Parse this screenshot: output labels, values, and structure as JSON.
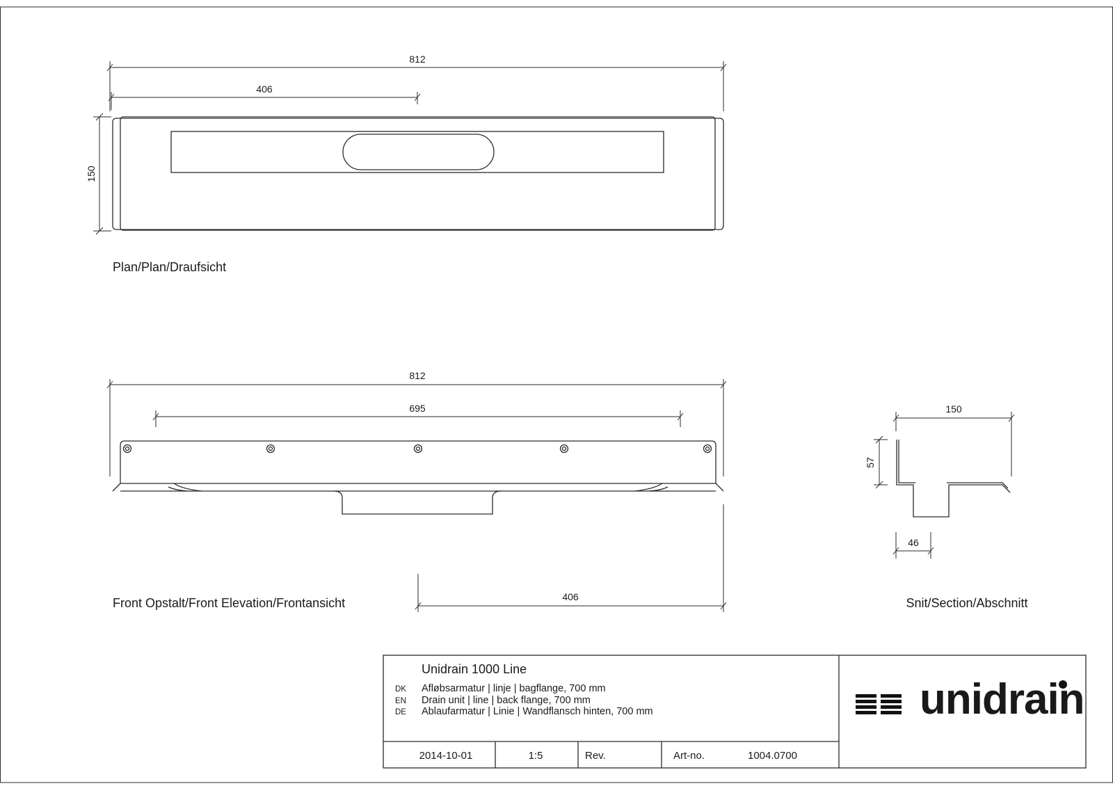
{
  "plan": {
    "label": "Plan/Plan/Draufsicht",
    "dim_overall": "812",
    "dim_half": "406",
    "dim_width": "150"
  },
  "front": {
    "label": "Front Opstalt/Front Elevation/Frontansicht",
    "dim_overall": "812",
    "dim_holes": "695",
    "dim_half": "406"
  },
  "section": {
    "label": "Snit/Section/Abschnitt",
    "dim_width": "150",
    "dim_height": "57",
    "dim_outlet": "46"
  },
  "title_block": {
    "title": "Unidrain 1000 Line",
    "lines": [
      {
        "lang": "DK",
        "text": "Afløbsarmatur | linje | bagflange, 700 mm"
      },
      {
        "lang": "EN",
        "text": "Drain unit | line | back flange, 700 mm"
      },
      {
        "lang": "DE",
        "text": "Ablaufarmatur | Linie | Wandflansch hinten, 700 mm"
      }
    ],
    "date": "2014-10-01",
    "scale": "1:5",
    "rev_label": "Rev.",
    "art_label": "Art-no.",
    "art_no": "1004.0700",
    "logo_text": "unidrain"
  }
}
